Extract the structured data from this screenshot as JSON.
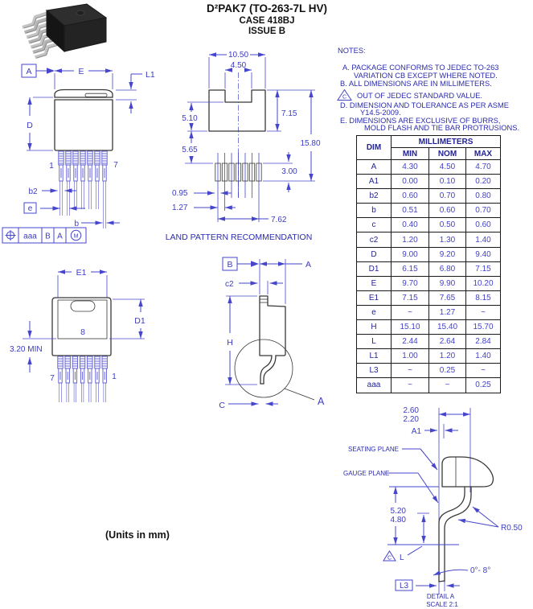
{
  "colors": {
    "dim_blue": "#4646cc",
    "label_blue": "#3b3bc4",
    "note_blue": "#2b2bae",
    "table_header_navy": "#232399",
    "outline_gray": "#383838",
    "title_black": "#111111",
    "background": "#ffffff"
  },
  "header": {
    "title": "D²PAK7 (TO-263-7L HV)",
    "case": "CASE 418BJ",
    "issue": "ISSUE B"
  },
  "notes": {
    "heading": "NOTES:",
    "a1": "A. PACKAGE CONFORMS TO JEDEC TO-263",
    "a2": "VARIATION CB EXCEPT WHERE NOTED.",
    "b": "B. ALL DIMENSIONS ARE IN MILLIMETERS.",
    "c_flag": "C",
    "c": "OUT OF JEDEC STANDARD VALUE.",
    "d1": "D. DIMENSION AND TOLERANCE AS PER ASME",
    "d2": "Y14.5-2009.",
    "e1": "E. DIMENSIONS ARE EXCLUSIVE OF BURRS,",
    "e2": "MOLD FLASH AND TIE BAR PROTRUSIONS."
  },
  "front_view": {
    "datum_a": "A",
    "dim_e": "E",
    "dim_l1": "L1",
    "dim_d": "D",
    "pin_first": "1",
    "pin_last": "7",
    "dim_b2": "b2",
    "datum_e": "e",
    "dim_b": "b",
    "fcf_tolerance": "aaa",
    "fcf_datum_primary": "B",
    "fcf_datum_secondary": "A",
    "fcf_modifier": "M"
  },
  "land_pattern": {
    "overall_width": "10.50",
    "notch_width": "4.50",
    "notch_to_bottom": "5.10",
    "tab_height": "7.15",
    "gap_height": "5.65",
    "overall_height": "15.80",
    "pad_height": "3.00",
    "pad_width": "0.95",
    "pad_pitch": "1.27",
    "pad_span": "7.62",
    "caption": "LAND PATTERN RECOMMENDATION"
  },
  "back_view": {
    "dim_e1": "E1",
    "dim_d1": "D1",
    "pad_number": "8",
    "dim_min": "3.20 MIN",
    "pin_left": "7",
    "pin_right": "1"
  },
  "side_view": {
    "datum_b": "B",
    "dim_a": "A",
    "dim_c2": "c2",
    "dim_h": "H",
    "dim_c": "C",
    "detail_label": "A"
  },
  "detail_a": {
    "dim_260": "2.60",
    "dim_220": "2.20",
    "dim_a1": "A1",
    "seating_plane": "SEATING PLANE",
    "gauge_plane": "GAUGE PLANE",
    "dim_520": "5.20",
    "dim_480": "4.80",
    "radius": "R0.50",
    "flag_c": "C",
    "dim_l": "L",
    "angle": "0°- 8°",
    "dim_l3": "L3",
    "caption": "DETAIL A",
    "scale": "SCALE 2:1"
  },
  "units_note": "(Units in mm)",
  "table": {
    "dim_header": "DIM",
    "unit_header": "MILLIMETERS",
    "col_min": "MIN",
    "col_nom": "NOM",
    "col_max": "MAX",
    "rows": [
      {
        "dim": "A",
        "min": "4.30",
        "nom": "4.50",
        "max": "4.70"
      },
      {
        "dim": "A1",
        "min": "0.00",
        "nom": "0.10",
        "max": "0.20"
      },
      {
        "dim": "b2",
        "min": "0.60",
        "nom": "0.70",
        "max": "0.80"
      },
      {
        "dim": "b",
        "min": "0.51",
        "nom": "0.60",
        "max": "0.70"
      },
      {
        "dim": "c",
        "min": "0.40",
        "nom": "0.50",
        "max": "0.60"
      },
      {
        "dim": "c2",
        "min": "1.20",
        "nom": "1.30",
        "max": "1.40"
      },
      {
        "dim": "D",
        "min": "9.00",
        "nom": "9.20",
        "max": "9.40"
      },
      {
        "dim": "D1",
        "min": "6.15",
        "nom": "6.80",
        "max": "7.15"
      },
      {
        "dim": "E",
        "min": "9.70",
        "nom": "9.90",
        "max": "10.20"
      },
      {
        "dim": "E1",
        "min": "7.15",
        "nom": "7.65",
        "max": "8.15"
      },
      {
        "dim": "e",
        "min": "~",
        "nom": "1.27",
        "max": "~"
      },
      {
        "dim": "H",
        "min": "15.10",
        "nom": "15.40",
        "max": "15.70"
      },
      {
        "dim": "L",
        "min": "2.44",
        "nom": "2.64",
        "max": "2.84"
      },
      {
        "dim": "L1",
        "min": "1.00",
        "nom": "1.20",
        "max": "1.40"
      },
      {
        "dim": "L3",
        "min": "~",
        "nom": "0.25",
        "max": "~"
      },
      {
        "dim": "aaa",
        "min": "~",
        "nom": "~",
        "max": "0.25"
      }
    ]
  }
}
